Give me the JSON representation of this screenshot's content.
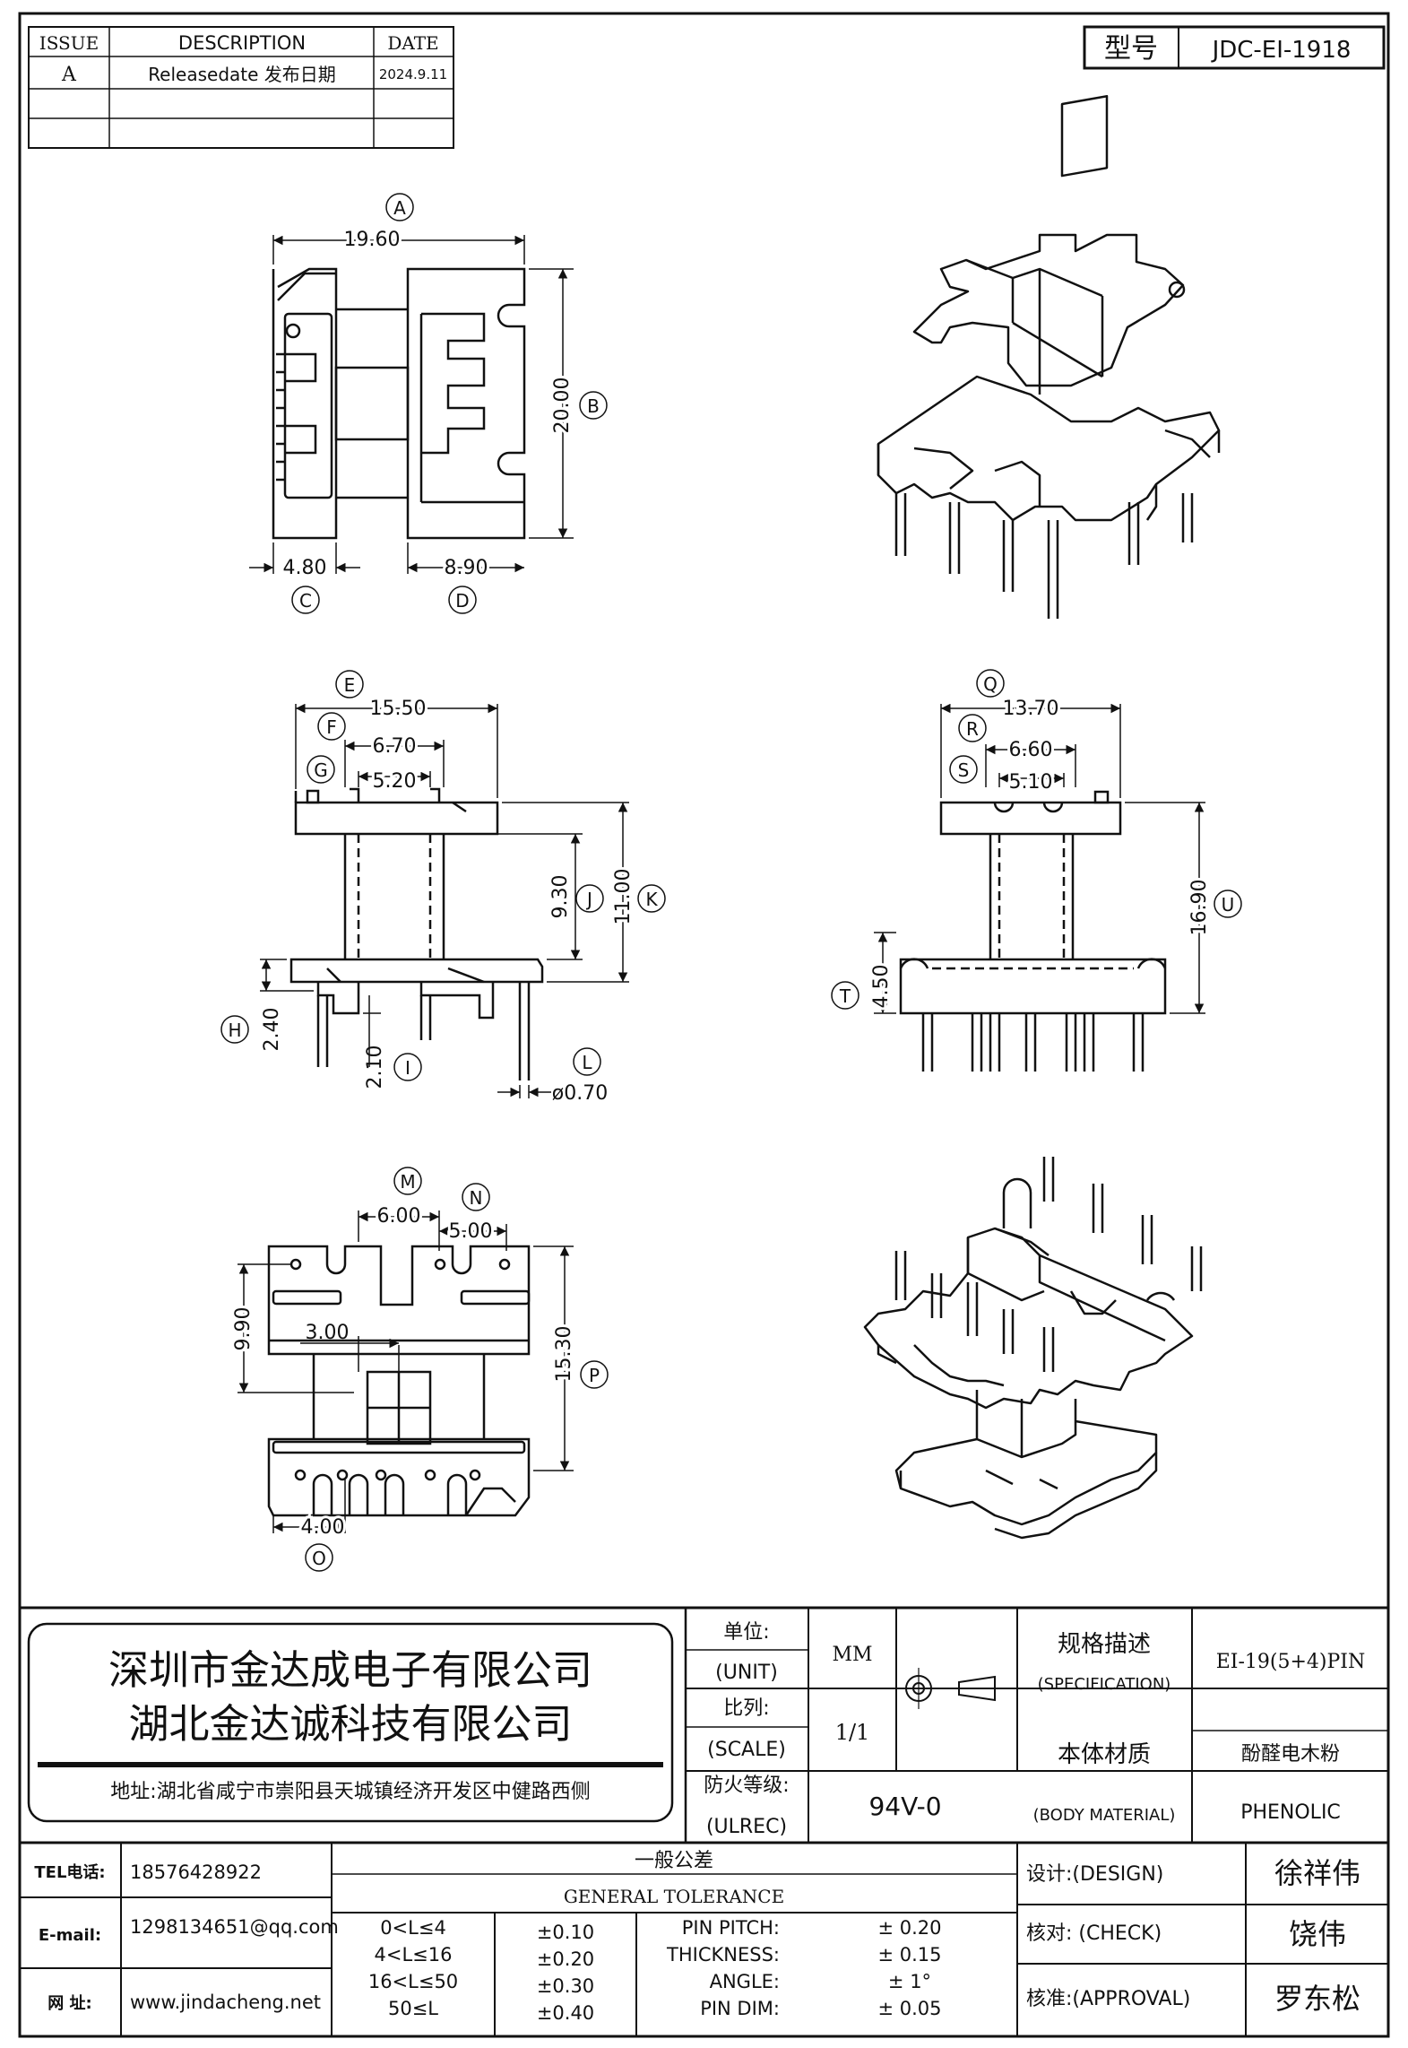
{
  "revision_table": {
    "headers": [
      "ISSUE",
      "DESCRIPTION",
      "DATE"
    ],
    "rows": [
      {
        "issue": "A",
        "description": "Releasedate 发布日期",
        "date": "2024.9.11"
      },
      {
        "issue": "",
        "description": "",
        "date": ""
      },
      {
        "issue": "",
        "description": "",
        "date": ""
      }
    ]
  },
  "model": {
    "label": "型号",
    "value": "JDC-EI-1918"
  },
  "dimensions": {
    "A": "19.60",
    "B": "20.00",
    "C": "4.80",
    "D": "8.90",
    "E": "15.50",
    "F": "6.70",
    "G": "5.20",
    "H": "2.40",
    "I": "2.10",
    "J": "9.30",
    "K": "11.00",
    "L": "ø0.70",
    "M": "6.00",
    "N": "5.00",
    "O": "4.00",
    "P": "15.30",
    "Q": "13.70",
    "R": "6.60",
    "S": "5.10",
    "T": "4.50",
    "U": "16.90",
    "left_9_90": "9.90",
    "mid_3_00": "3.00"
  },
  "company": {
    "name_1": "深圳市金达成电子有限公司",
    "name_2": "湖北金达诚科技有限公司",
    "address": "地址:湖北省咸宁市崇阳县天城镇经济开发区中健路西侧"
  },
  "info": {
    "unit_cn": "单位:",
    "unit_en": "(UNIT)",
    "unit_value": "MM",
    "scale_cn": "比列:",
    "scale_en": "(SCALE)",
    "scale_value": "1/1",
    "fire_cn": "防火等级:",
    "fire_en": "(ULREC)",
    "fire_value": "94V-0",
    "spec_cn": "规格描述",
    "spec_en": "(SPECIFICATION)",
    "spec_value": "EI-19(5+4)PIN",
    "material_cn": "本体材质",
    "material_en": "(BODY MATERIAL)",
    "material_value_cn": "酚醛电木粉",
    "material_value_en": "PHENOLIC"
  },
  "contact": {
    "tel_label": "TEL电话:",
    "tel": "18576428922",
    "email_label": "E-mail:",
    "email": "1298134651@qq.com",
    "web_label": "网  址:",
    "web": "www.jindacheng.net"
  },
  "tolerance": {
    "title_cn": "一般公差",
    "title_en": "GENERAL TOLERANCE",
    "ranges": [
      {
        "range": "0<L≤4",
        "tol": "±0.10"
      },
      {
        "range": "4<L≤16",
        "tol": "±0.20"
      },
      {
        "range": "16<L≤50",
        "tol": "±0.30"
      },
      {
        "range": "50≤L",
        "tol": "±0.40"
      }
    ],
    "items": [
      {
        "name": "PIN PITCH:",
        "value": "± 0.20"
      },
      {
        "name": "THICKNESS:",
        "value": "± 0.15"
      },
      {
        "name": "ANGLE:",
        "value": "± 1°"
      },
      {
        "name": "PIN DIM:",
        "value": "± 0.05"
      }
    ]
  },
  "signoff": [
    {
      "role": "设计:(DESIGN)",
      "name": "徐祥伟"
    },
    {
      "role": "核对: (CHECK)",
      "name": "饶伟"
    },
    {
      "role": "核准:(APPROVAL)",
      "name": "罗东松"
    }
  ]
}
